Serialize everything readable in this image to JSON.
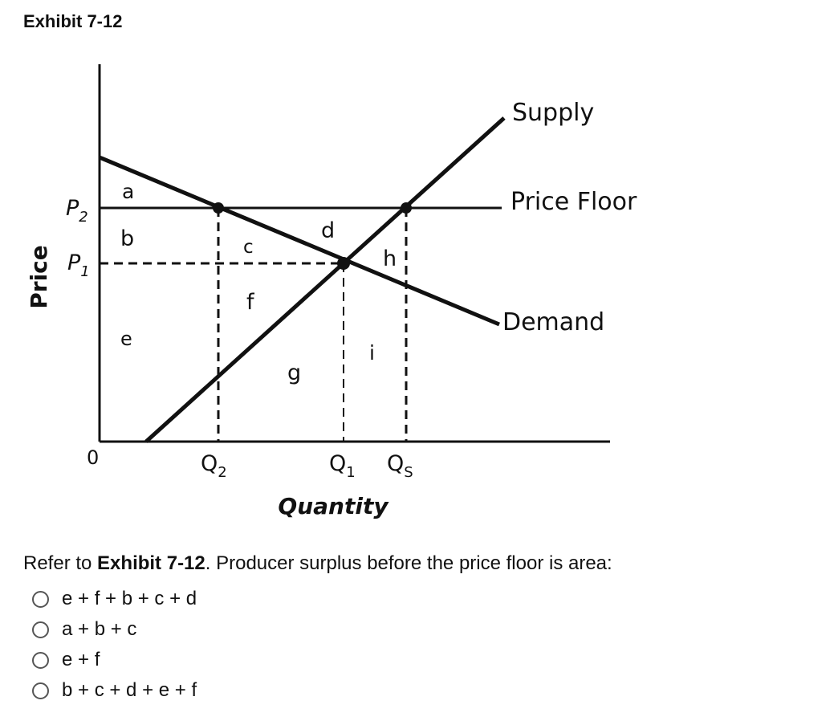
{
  "exhibit": {
    "title": "Exhibit 7-12"
  },
  "diagram": {
    "axes": {
      "y_label": "Price",
      "x_label": "Quantity",
      "origin": "0"
    },
    "price_labels": {
      "p2": "P",
      "p2_sub": "2",
      "p1": "P",
      "p1_sub": "1"
    },
    "quantity_labels": {
      "q2": "Q",
      "q2_sub": "2",
      "q1": "Q",
      "q1_sub": "1",
      "qs": "Q",
      "qs_sub": "S"
    },
    "line_labels": {
      "supply": "Supply",
      "price_floor": "Price Floor",
      "demand": "Demand"
    },
    "areas": {
      "a": "a",
      "b": "b",
      "c": "c",
      "d": "d",
      "e": "e",
      "f": "f",
      "g": "g",
      "h": "h",
      "i": "i"
    }
  },
  "question": {
    "prefix": "Refer to ",
    "exhibit_ref": "Exhibit 7-12",
    "suffix": ". Producer surplus before the price floor is area:",
    "options": [
      "e + f + b + c + d",
      "a + b + c",
      "e + f",
      "b + c + d + e + f"
    ]
  }
}
